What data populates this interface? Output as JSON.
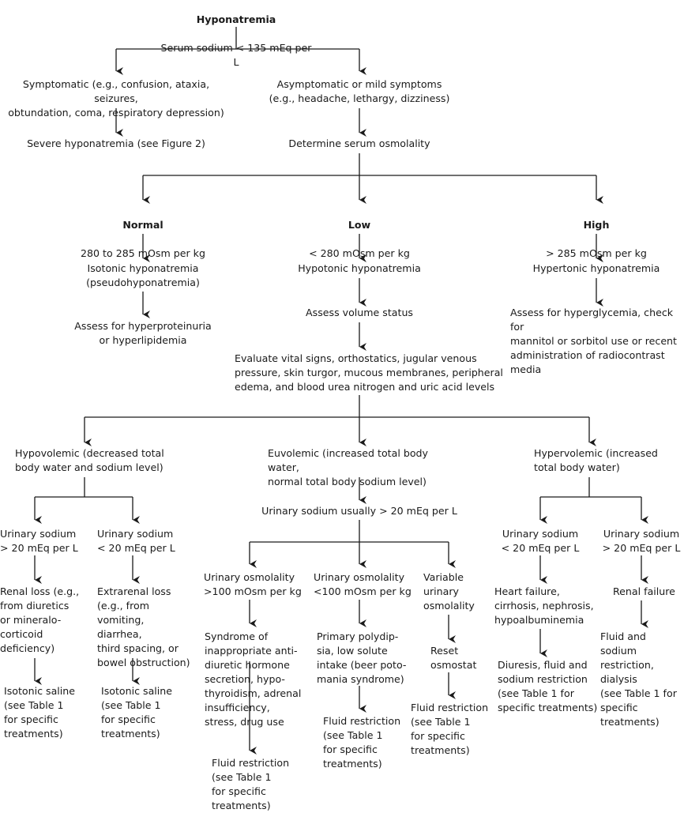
{
  "root": {
    "title": "Hyponatremia",
    "text": "Serum sodium < 135 mEq per L"
  },
  "symptomatic": "Symptomatic (e.g., confusion, ataxia, seizures,\nobtundation, coma, respiratory depression)",
  "severe": "Severe hyponatremia (see Figure 2)",
  "asymptomatic": "Asymptomatic or mild symptoms\n(e.g., headache, lethargy, dizziness)",
  "osmolality": "Determine serum osmolality",
  "normal": {
    "title": "Normal",
    "text": "280 to 285 mOsm per kg",
    "result": "Isotonic hyponatremia\n(pseudohyponatremia)",
    "assess": "Assess for hyperproteinuria\nor hyperlipidemia"
  },
  "low": {
    "title": "Low",
    "text": "< 280 mOsm per kg",
    "result": "Hypotonic hyponatremia",
    "assess": "Assess volume status"
  },
  "high": {
    "title": "High",
    "text": "> 285 mOsm per kg",
    "result": "Hypertonic hyponatremia",
    "assess": "Assess for hyperglycemia, check for\nmannitol or sorbitol use or recent\nadministration of radiocontrast media"
  },
  "evaluate": "Evaluate vital signs, orthostatics, jugular venous\npressure, skin turgor, mucous membranes, peripheral\nedema, and blood urea nitrogen and uric acid levels",
  "hypovolemic": {
    "label": "Hypovolemic (decreased total\nbody water and sodium level)",
    "left": {
      "sodium": "Urinary sodium\n> 20 mEq per L",
      "loss": "Renal loss (e.g.,\nfrom diuretics\nor mineralo-\ncorticoid\ndeficiency)",
      "treatment": "Isotonic saline\n(see Table 1\nfor specific\ntreatments)"
    },
    "right": {
      "sodium": "Urinary sodium\n< 20 mEq per L",
      "loss": "Extrarenal loss\n(e.g., from\nvomiting, diarrhea,\nthird spacing, or\nbowel obstruction)",
      "treatment": "Isotonic saline\n(see Table 1\nfor specific\ntreatments)"
    }
  },
  "euvolemic": {
    "label": "Euvolemic (increased total body water,\nnormal total body sodium level)",
    "urinary": "Urinary sodium usually > 20 mEq per L",
    "a": {
      "osm": "Urinary osmolality\n>100 mOsm per kg",
      "cause": "Syndrome of\ninappropriate anti-\ndiuretic hormone\nsecretion, hypo-\nthyroidism, adrenal\ninsufficiency,\nstress, drug use",
      "treatment": "Fluid restriction\n(see Table 1\nfor specific\ntreatments)"
    },
    "b": {
      "osm": "Urinary osmolality\n<100 mOsm per kg",
      "cause": "Primary polydip-\nsia, low solute\nintake (beer poto-\nmania syndrome)",
      "treatment": "Fluid restriction\n(see Table 1\nfor specific\ntreatments)"
    },
    "c": {
      "osm": "Variable\nurinary\nosmolality",
      "cause": "Reset\nosmostat",
      "treatment": "Fluid restriction\n(see Table 1\nfor specific\ntreatments)"
    }
  },
  "hypervolemic": {
    "label": "Hypervolemic (increased\ntotal body water)",
    "left": {
      "sodium": "Urinary sodium\n< 20 mEq per L",
      "cause": "Heart failure,\ncirrhosis, nephrosis,\nhypoalbuminemia",
      "treatment": "Diuresis, fluid and\nsodium restriction\n(see Table 1 for\nspecific treatments)"
    },
    "right": {
      "sodium": "Urinary sodium\n> 20 mEq per L",
      "cause": "Renal failure",
      "treatment": "Fluid and sodium\nrestriction, dialysis\n(see Table 1 for\nspecific treatments)"
    }
  },
  "colors": {
    "line": "#1a1a1a",
    "text": "#1a1a1a"
  }
}
